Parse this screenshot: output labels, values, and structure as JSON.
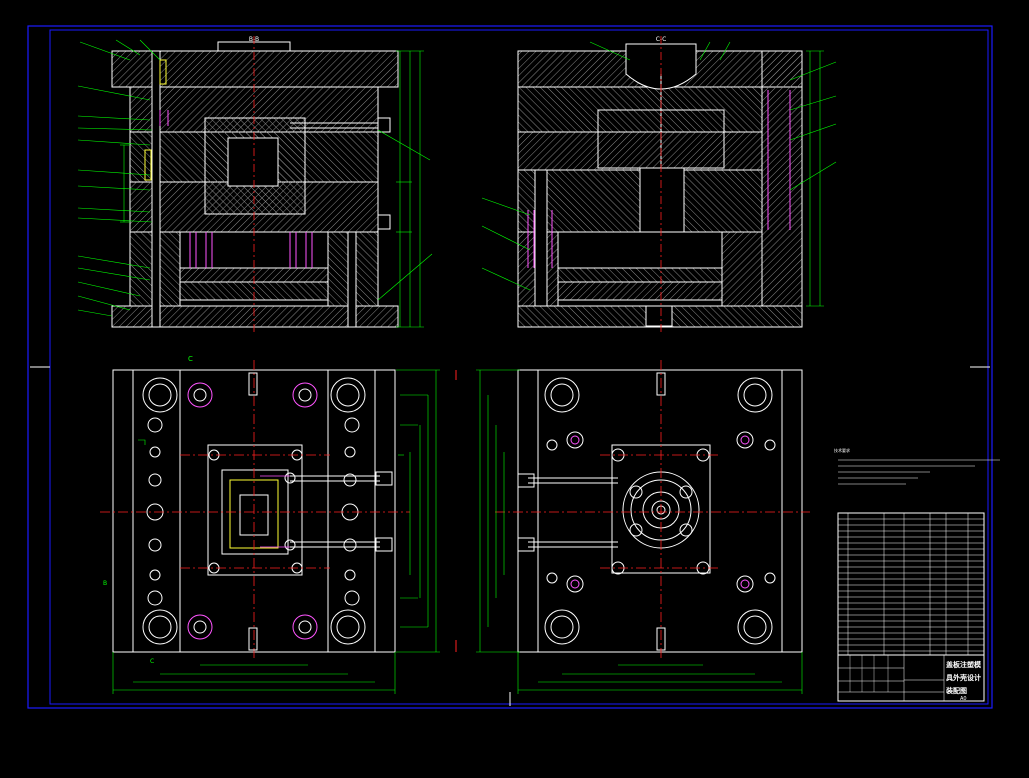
{
  "colors": {
    "background": "#000000",
    "frame": "#1a1aff",
    "outline": "#ffffff",
    "hatch": "#9a9a9a",
    "dimension": "#00ff00",
    "centerline": "#ff2020",
    "parts": "#ff55ff",
    "highlight": "#ffff33",
    "text": "#ffffff"
  },
  "views": {
    "section_bb_label": "B-B",
    "section_cc_label": "C-C",
    "plan_c_mark": "C",
    "plan_b_mark": "B"
  },
  "notes": {
    "title": "技术要求"
  },
  "title_block": {
    "title_lines": [
      "盖板注塑模",
      "具外壳设计",
      "装配图"
    ],
    "footer": "A0"
  }
}
